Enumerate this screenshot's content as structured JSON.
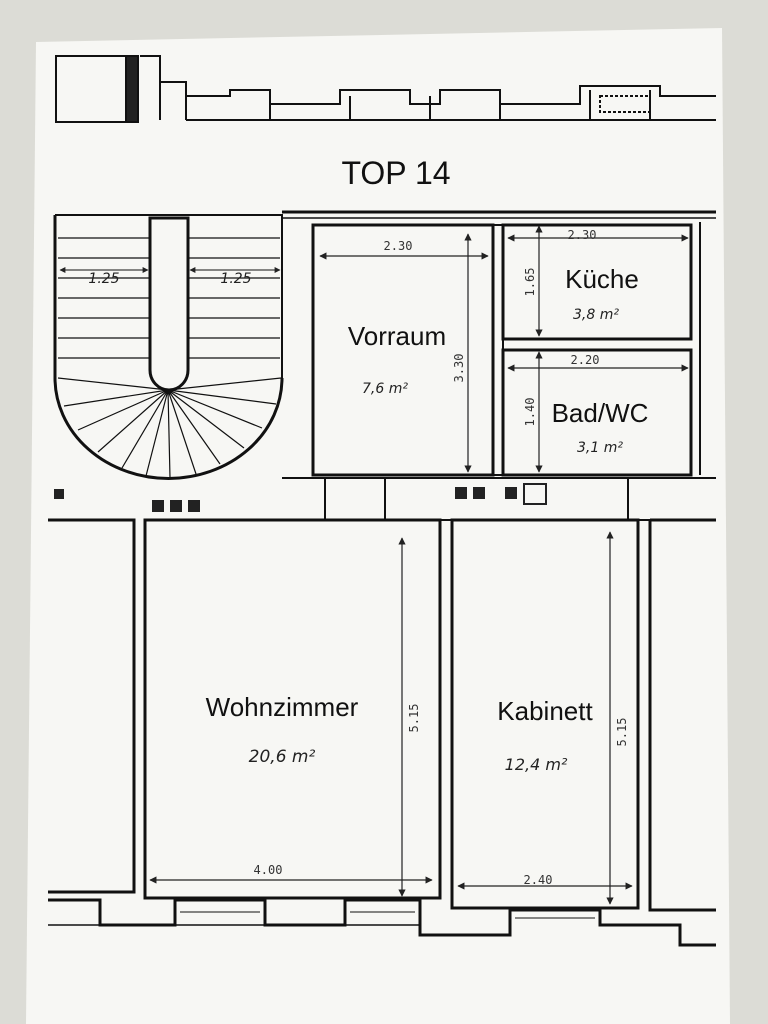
{
  "plan": {
    "title": "TOP 14",
    "stair_widths": [
      "1.25",
      "1.25"
    ],
    "rooms": {
      "vorraum": {
        "name": "Vorraum",
        "area": "7,6 m²",
        "width": "2.30",
        "depth": "3.30"
      },
      "kueche": {
        "name": "Küche",
        "area": "3,8 m²",
        "width": "2.30",
        "depth": "1.65"
      },
      "bad": {
        "name": "Bad/WC",
        "area": "3,1 m²",
        "width": "2.20",
        "depth": "1.40"
      },
      "wohnzimmer": {
        "name": "Wohnzimmer",
        "area": "20,6 m²",
        "width": "4.00",
        "depth": "5.15"
      },
      "kabinett": {
        "name": "Kabinett",
        "area": "12,4 m²",
        "width": "2.40",
        "depth": "5.15"
      }
    }
  }
}
